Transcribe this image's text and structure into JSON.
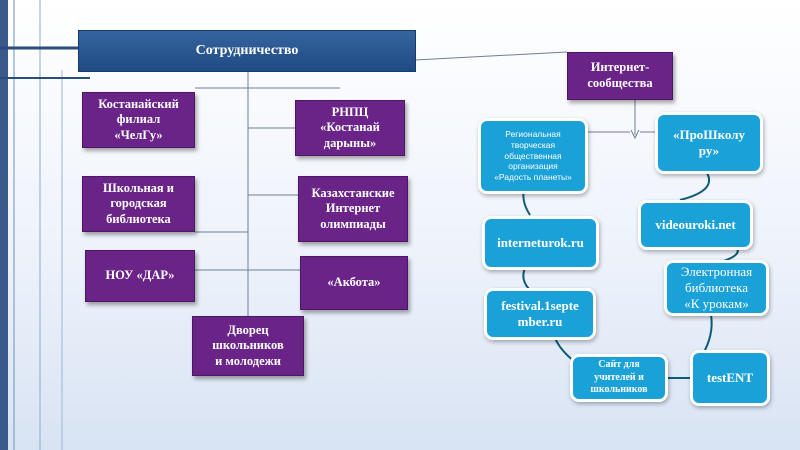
{
  "title": "Сотрудничество",
  "left_nodes": {
    "kostanay_branch": "Костанайский\nфилиал\n«ЧелГу»",
    "rnpc": "РНПЦ\n«Костанай\nдарыны»",
    "library": "Школьная и\nгородская\nбиблиотека",
    "olympiads": "Казахстанские\nИнтернет\nолимпиады",
    "nou_dar": "НОУ «ДАР»",
    "akbota": "«Акбота»",
    "palace": "Дворец\nшкольников\nи молодежи"
  },
  "right_nodes": {
    "internet_communities": "Интернет-\nсообщества",
    "regional_org": "Региональная\nтворческая\nобщественная\nорганизация\n«Радость планеты»",
    "proshkolu": "«ПроШколу\nру»",
    "interneturok": "interneturok.ru",
    "videouroki": "videouroki.net",
    "electronic_library": "Электронная\nбиблиотека\n«К урокам»",
    "festival": "festival.1septe\nmber.ru",
    "teachers_site": "Сайт для\nучителей и\nшкольников",
    "testent": "testENT"
  }
}
